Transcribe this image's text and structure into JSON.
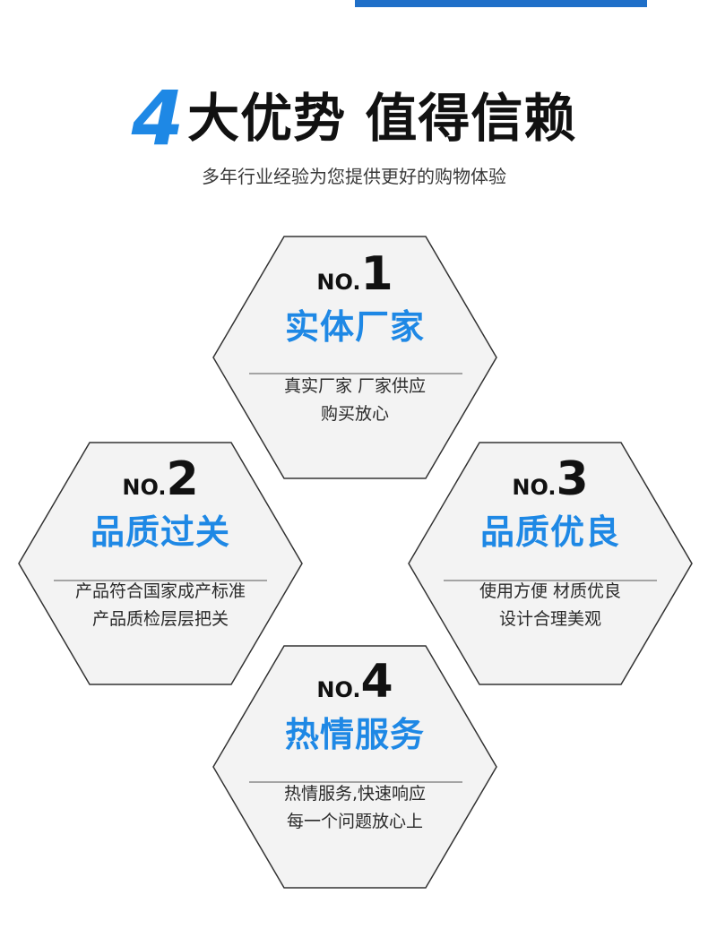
{
  "header": {
    "number": "4",
    "title": "大优势 值得信赖",
    "subtitle": "多年行业经验为您提供更好的购物体验"
  },
  "advantages": [
    {
      "no_prefix": "NO.",
      "no_digit": "1",
      "title": "实体厂家",
      "line1": "真实厂家 厂家供应",
      "line2": "购买放心"
    },
    {
      "no_prefix": "NO.",
      "no_digit": "2",
      "title": "品质过关",
      "line1": "产品符合国家成产标准",
      "line2": "产品质检层层把关"
    },
    {
      "no_prefix": "NO.",
      "no_digit": "3",
      "title": "品质优良",
      "line1": "使用方便 材质优良",
      "line2": "设计合理美观"
    },
    {
      "no_prefix": "NO.",
      "no_digit": "4",
      "title": "热情服务",
      "line1": "热情服务,快速响应",
      "line2": "每一个问题放心上"
    }
  ],
  "colors": {
    "accent_blue": "#1e88e5",
    "hex_fill": "#f3f3f3",
    "hex_border": "#333333",
    "top_bar": "#1f6fc8"
  }
}
